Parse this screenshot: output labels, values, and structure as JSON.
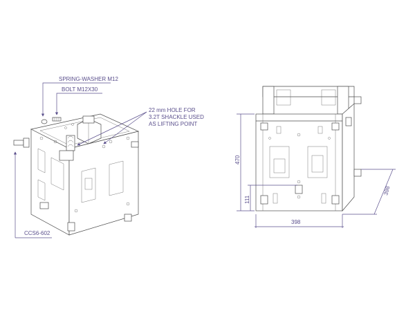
{
  "colors": {
    "line": "#4a4a4a",
    "callout": "#5a4f8c",
    "background": "#ffffff"
  },
  "callouts": {
    "spring_washer": "SPRING-WASHER M12",
    "bolt": "BOLT M12X30",
    "hole_line1": "22 mm HOLE FOR",
    "hole_line2": "3.2T SHACKLE USED",
    "hole_line3": "AS LIFTING POINT",
    "part_code": "CCS6-602"
  },
  "dimensions": {
    "height": "470",
    "pin_height": "111",
    "width": "398",
    "depth": "398"
  }
}
